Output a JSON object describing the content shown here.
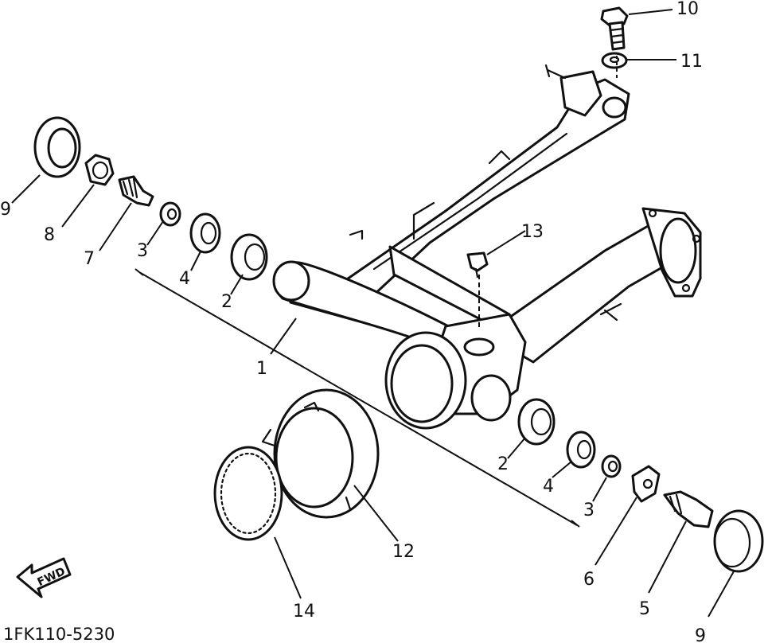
{
  "diagram": {
    "document_code": "1FK110-5230",
    "fwd_label": "FWD",
    "callouts": [
      {
        "id": "c10",
        "label": "10"
      },
      {
        "id": "c11",
        "label": "11"
      },
      {
        "id": "c9a",
        "label": "9"
      },
      {
        "id": "c8",
        "label": "8"
      },
      {
        "id": "c7",
        "label": "7"
      },
      {
        "id": "c3a",
        "label": "3"
      },
      {
        "id": "c4a",
        "label": "4"
      },
      {
        "id": "c2a",
        "label": "2"
      },
      {
        "id": "c1",
        "label": "1"
      },
      {
        "id": "c13",
        "label": "13"
      },
      {
        "id": "c2b",
        "label": "2"
      },
      {
        "id": "c4b",
        "label": "4"
      },
      {
        "id": "c3b",
        "label": "3"
      },
      {
        "id": "c6",
        "label": "6"
      },
      {
        "id": "c5",
        "label": "5"
      },
      {
        "id": "c9b",
        "label": "9"
      },
      {
        "id": "c12",
        "label": "12"
      },
      {
        "id": "c14",
        "label": "14"
      }
    ]
  }
}
